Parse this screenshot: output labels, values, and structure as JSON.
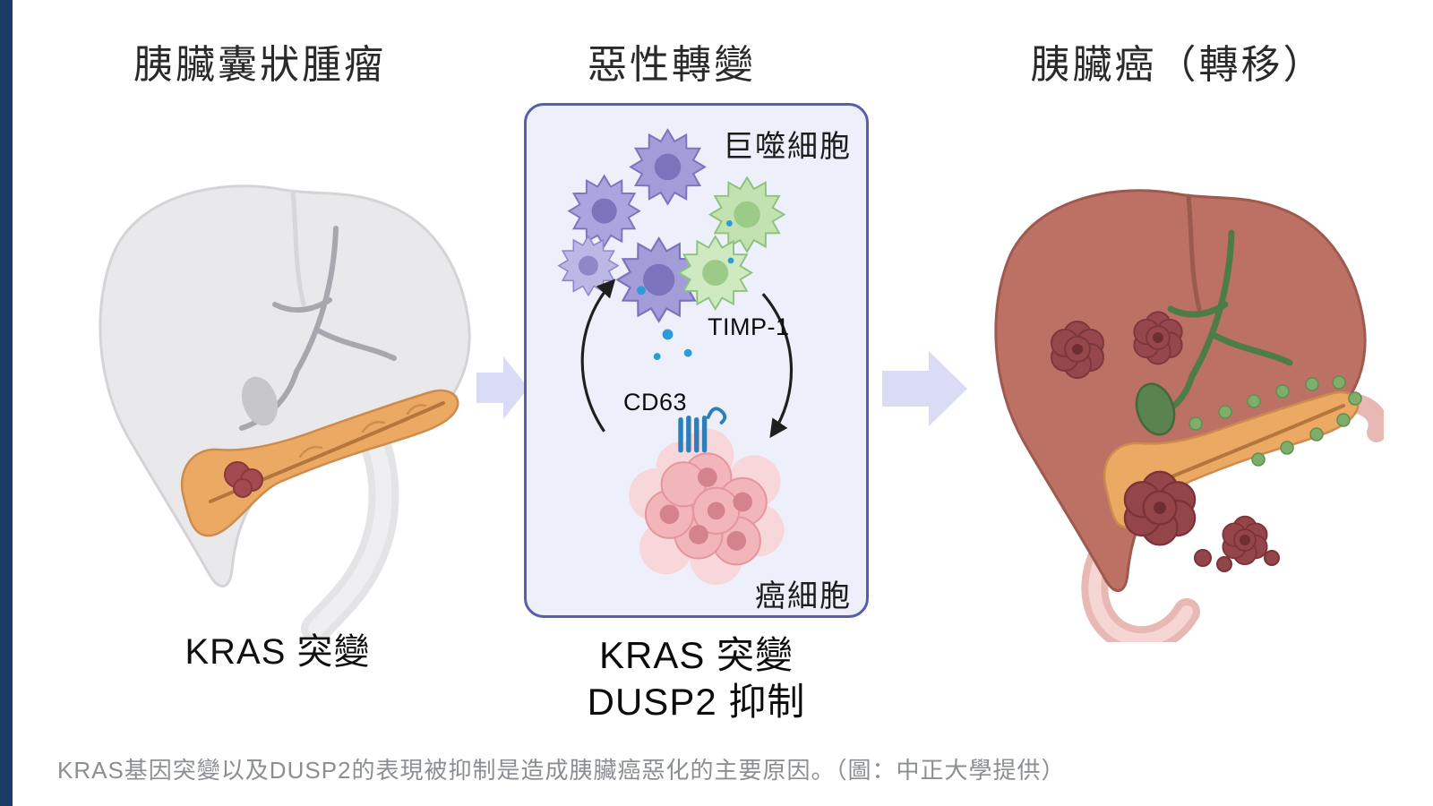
{
  "figure": {
    "panels": {
      "cystic_tumor": {
        "title": "胰臟囊狀腫瘤",
        "label": "KRAS 突變"
      },
      "malignant_transformation": {
        "title": "惡性轉變",
        "macrophage_label": "巨噬細胞",
        "timp1_label": "TIMP-1",
        "cd63_label": "CD63",
        "cancer_cell_label": "癌細胞",
        "label_line1": "KRAS 突變",
        "label_line2": "DUSP2 抑制"
      },
      "metastasis": {
        "title": "胰臟癌（轉移）"
      }
    }
  },
  "caption": "KRAS基因突變以及DUSP2的表現被抑制是造成胰臟癌惡化的主要原因。（圖：中正大學提供）",
  "colors": {
    "window_edge": "#1c3a66",
    "box_border": "#585fa9",
    "box_background": "#edeffa",
    "flow_arrow": "#d9dcf4",
    "pancreas_orange": "#eba964",
    "tumor_red": "#9a464b",
    "liver_gray": "#e9e9eb",
    "liver_red": "#bd7164",
    "vessel_green": "#4e7c49",
    "macrophage_purple": "#a29dd9",
    "macrophage_green": "#c3e2b2",
    "cancer_cell_pink": "#f2b5ba",
    "protein_blue": "#2e7fb8",
    "caption_text": "#8b8e92"
  }
}
